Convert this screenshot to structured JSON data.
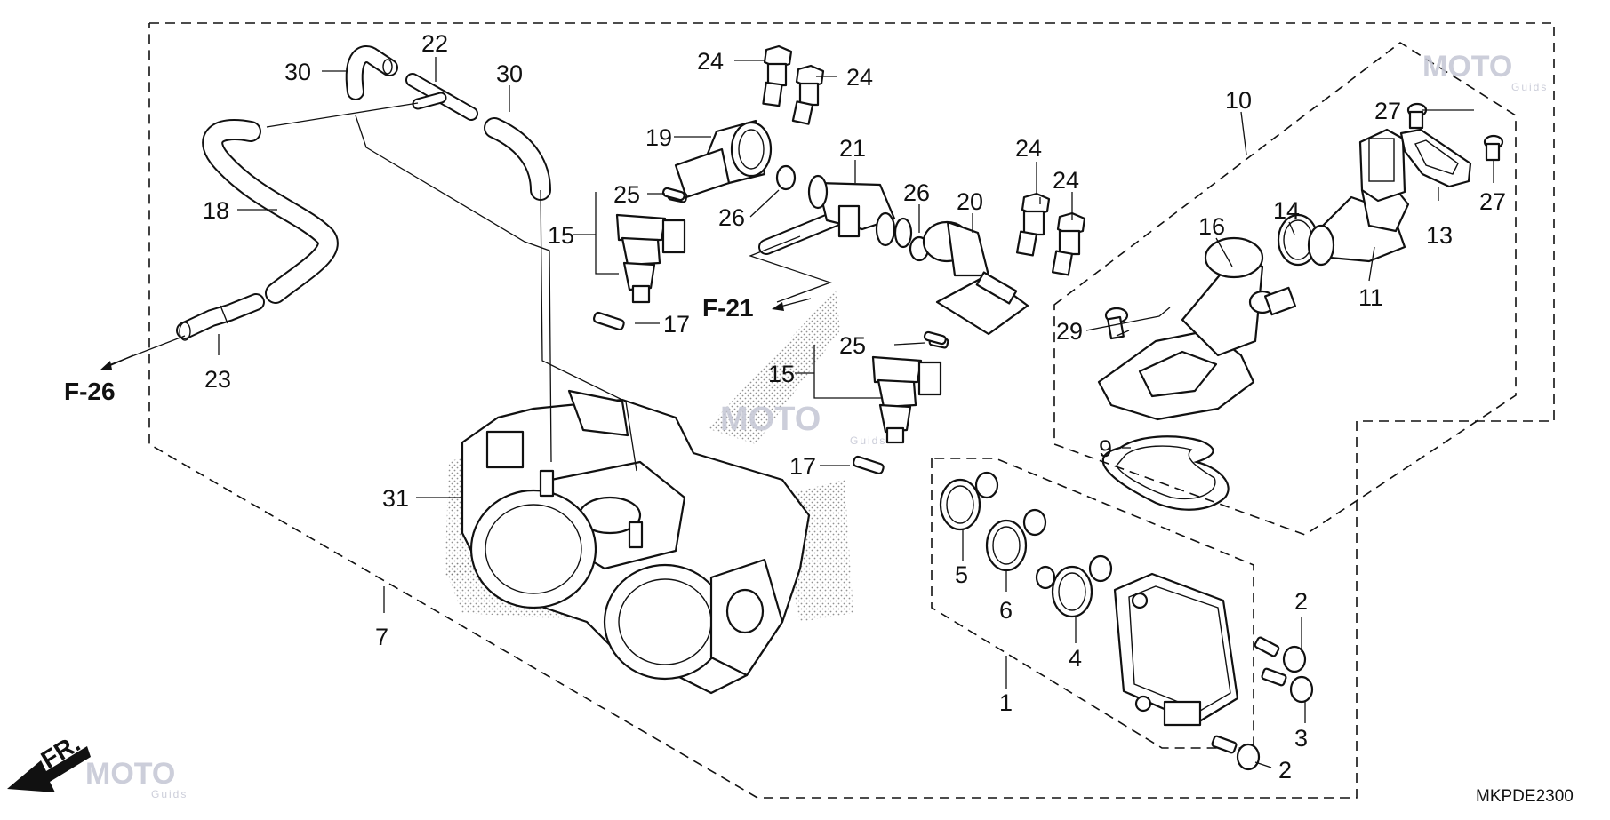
{
  "diagram_code": "MKPDE2300",
  "cross_refs": {
    "f26": "F-26",
    "f21": "F-21",
    "front": "FR."
  },
  "watermark": {
    "brand": "MOTO",
    "sub": "Guids",
    "color": "#c7c9d6"
  },
  "part_labels": {
    "p1": "1",
    "p2a": "2",
    "p2b": "2",
    "p3": "3",
    "p4": "4",
    "p5": "5",
    "p6": "6",
    "p7": "7",
    "p9": "9",
    "p10": "10",
    "p11": "11",
    "p13": "13",
    "p14": "14",
    "p15a": "15",
    "p15b": "15",
    "p16": "16",
    "p17a": "17",
    "p17b": "17",
    "p18": "18",
    "p19": "19",
    "p20": "20",
    "p21": "21",
    "p22": "22",
    "p23": "23",
    "p24a": "24",
    "p24b": "24",
    "p24c": "24",
    "p24d": "24",
    "p25a": "25",
    "p25b": "25",
    "p26a": "26",
    "p26b": "26",
    "p27a": "27",
    "p27b": "27",
    "p29": "29",
    "p30a": "30",
    "p30b": "30",
    "p31": "31"
  }
}
